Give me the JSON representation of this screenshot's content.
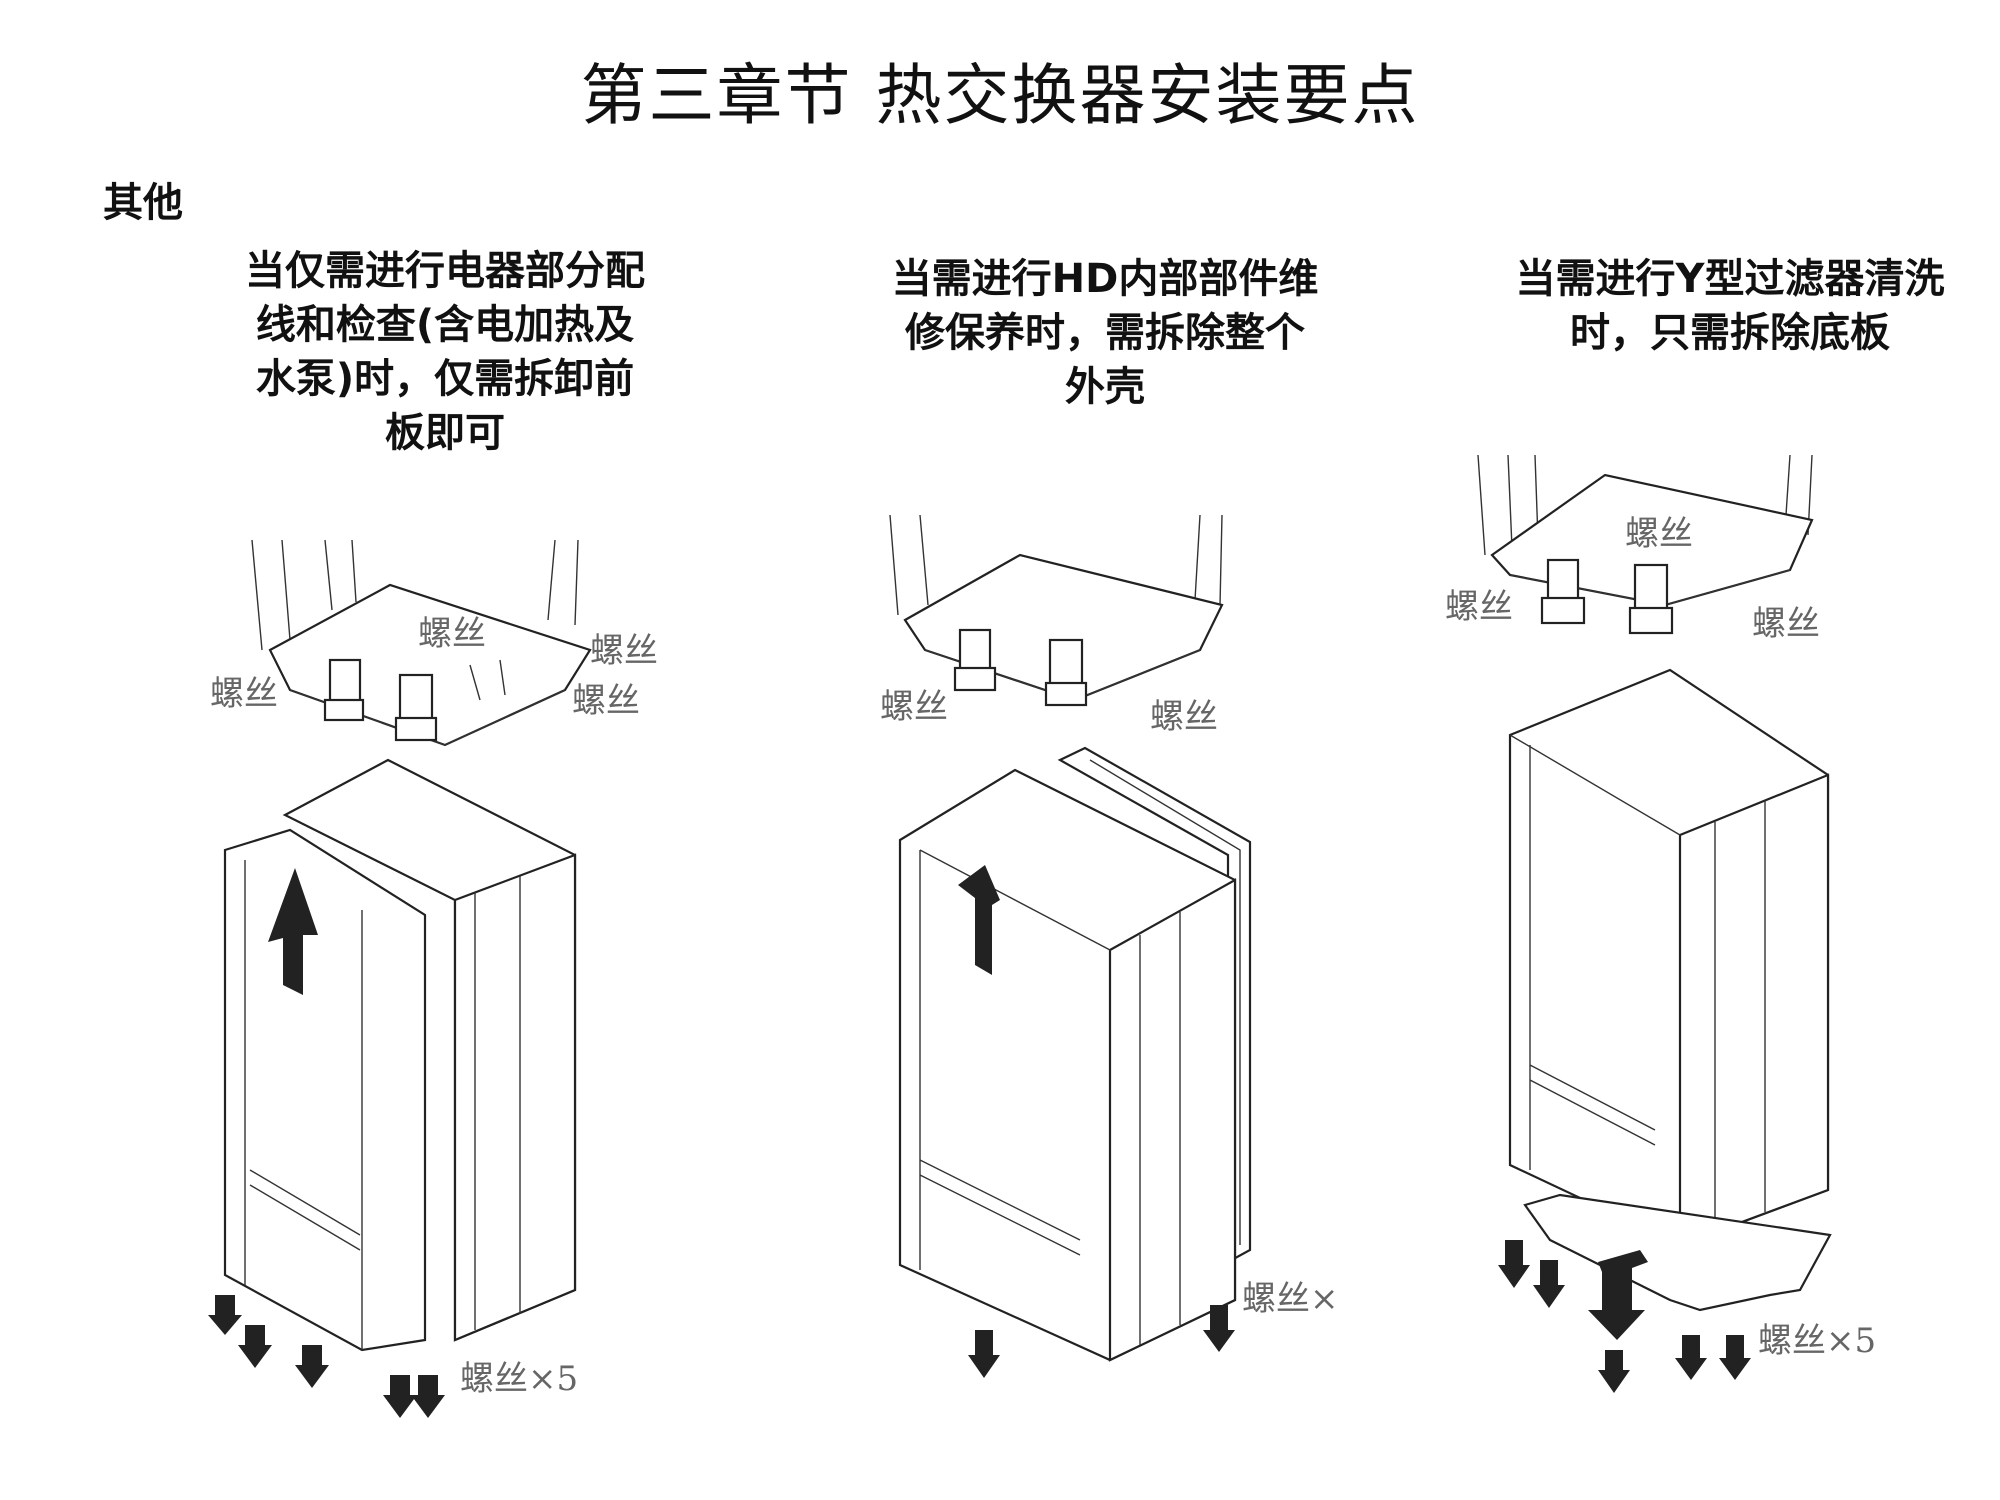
{
  "title": "第三章节  热交换器安装要点",
  "section": "其他",
  "columns": [
    {
      "caption_lines": [
        "当仅需进行电器部分配",
        "线和检查(含电加热及",
        "水泵)时，仅需拆卸前",
        "板即可"
      ],
      "screw_labels": [
        "螺丝",
        "螺丝",
        "螺丝",
        "螺丝"
      ],
      "count_label": "螺丝×5"
    },
    {
      "caption_lines": [
        "当需进行HD内部部件维",
        "修保养时，需拆除整个",
        "外壳"
      ],
      "screw_labels": [
        "螺丝",
        "螺丝"
      ],
      "count_label": "螺丝×"
    },
    {
      "caption_lines": [
        "当需进行Y型过滤器清洗",
        "时，只需拆除底板"
      ],
      "screw_labels": [
        "螺丝",
        "螺丝",
        "螺丝"
      ],
      "count_label": "螺丝×5"
    }
  ]
}
